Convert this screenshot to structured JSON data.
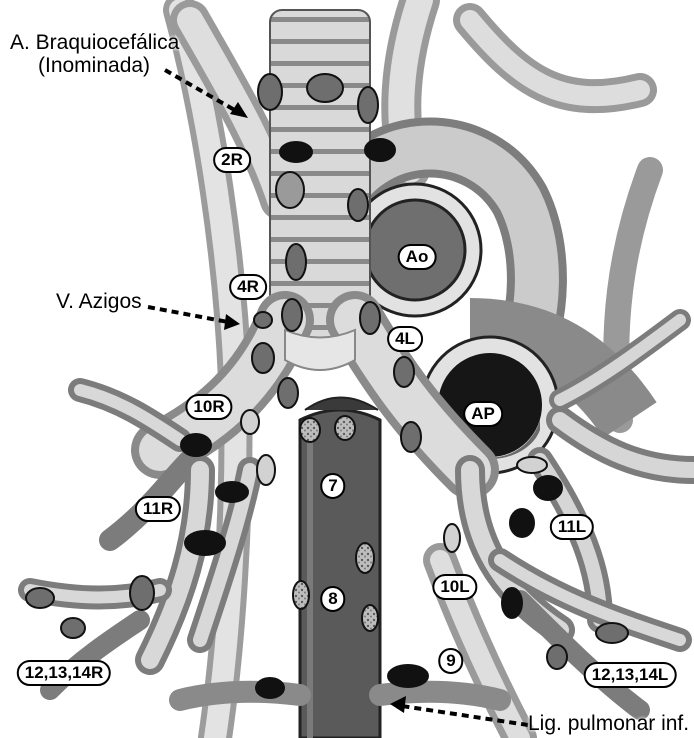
{
  "callouts": {
    "braquiocefalica_line1": "A. Braquiocefálica",
    "braquiocefalica_line2": "(Inominada)",
    "azigos": "V. Azigos",
    "lig_pulmonar": "Lig. pulmonar inf."
  },
  "station_labels": {
    "s2R": "2R",
    "s4R": "4R",
    "s4L": "4L",
    "s10R": "10R",
    "s10L": "10L",
    "s11R": "11R",
    "s11L": "11L",
    "s7": "7",
    "s8": "8",
    "s9": "9",
    "s121314R": "12,13,14R",
    "s121314L": "12,13,14L",
    "ao": "Ao",
    "ap": "AP"
  },
  "colors": {
    "node_dark": "#111111",
    "node_mid": "#6e6e6e",
    "node_light": "#d2d2d2",
    "vessel": "#cfcfcf",
    "esophagus": "#5a5a5a"
  }
}
